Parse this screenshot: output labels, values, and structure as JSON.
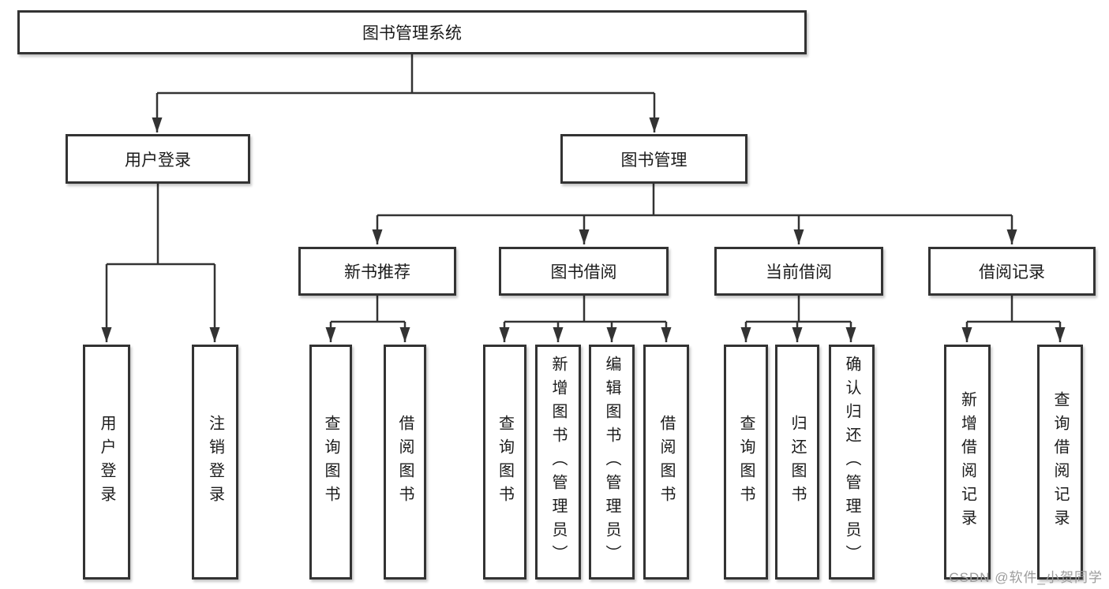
{
  "tree": {
    "label": "图书管理系统",
    "children": [
      {
        "label": "用户登录",
        "children": [
          {
            "label": "用户登录"
          },
          {
            "label": "注销登录"
          }
        ]
      },
      {
        "label": "图书管理",
        "children": [
          {
            "label": "新书推荐",
            "children": [
              {
                "label": "查询图书"
              },
              {
                "label": "借阅图书"
              }
            ]
          },
          {
            "label": "图书借阅",
            "children": [
              {
                "label": "查询图书"
              },
              {
                "label": "新增图书（管理员）"
              },
              {
                "label": "编辑图书（管理员）"
              },
              {
                "label": "借阅图书"
              }
            ]
          },
          {
            "label": "当前借阅",
            "children": [
              {
                "label": "查询图书"
              },
              {
                "label": "归还图书"
              },
              {
                "label": "确认归还（管理员）"
              }
            ]
          },
          {
            "label": "借阅记录",
            "children": [
              {
                "label": "新增借阅记录"
              },
              {
                "label": "查询借阅记录"
              }
            ]
          }
        ]
      }
    ]
  },
  "watermark": "CSDN @软件_小贺同学",
  "colors": {
    "line": "#333333",
    "box_border": "#333333",
    "box_fill": "#ffffff",
    "text": "#1b1b1b",
    "watermark": "#9c9c9c",
    "background": "#ffffff"
  }
}
